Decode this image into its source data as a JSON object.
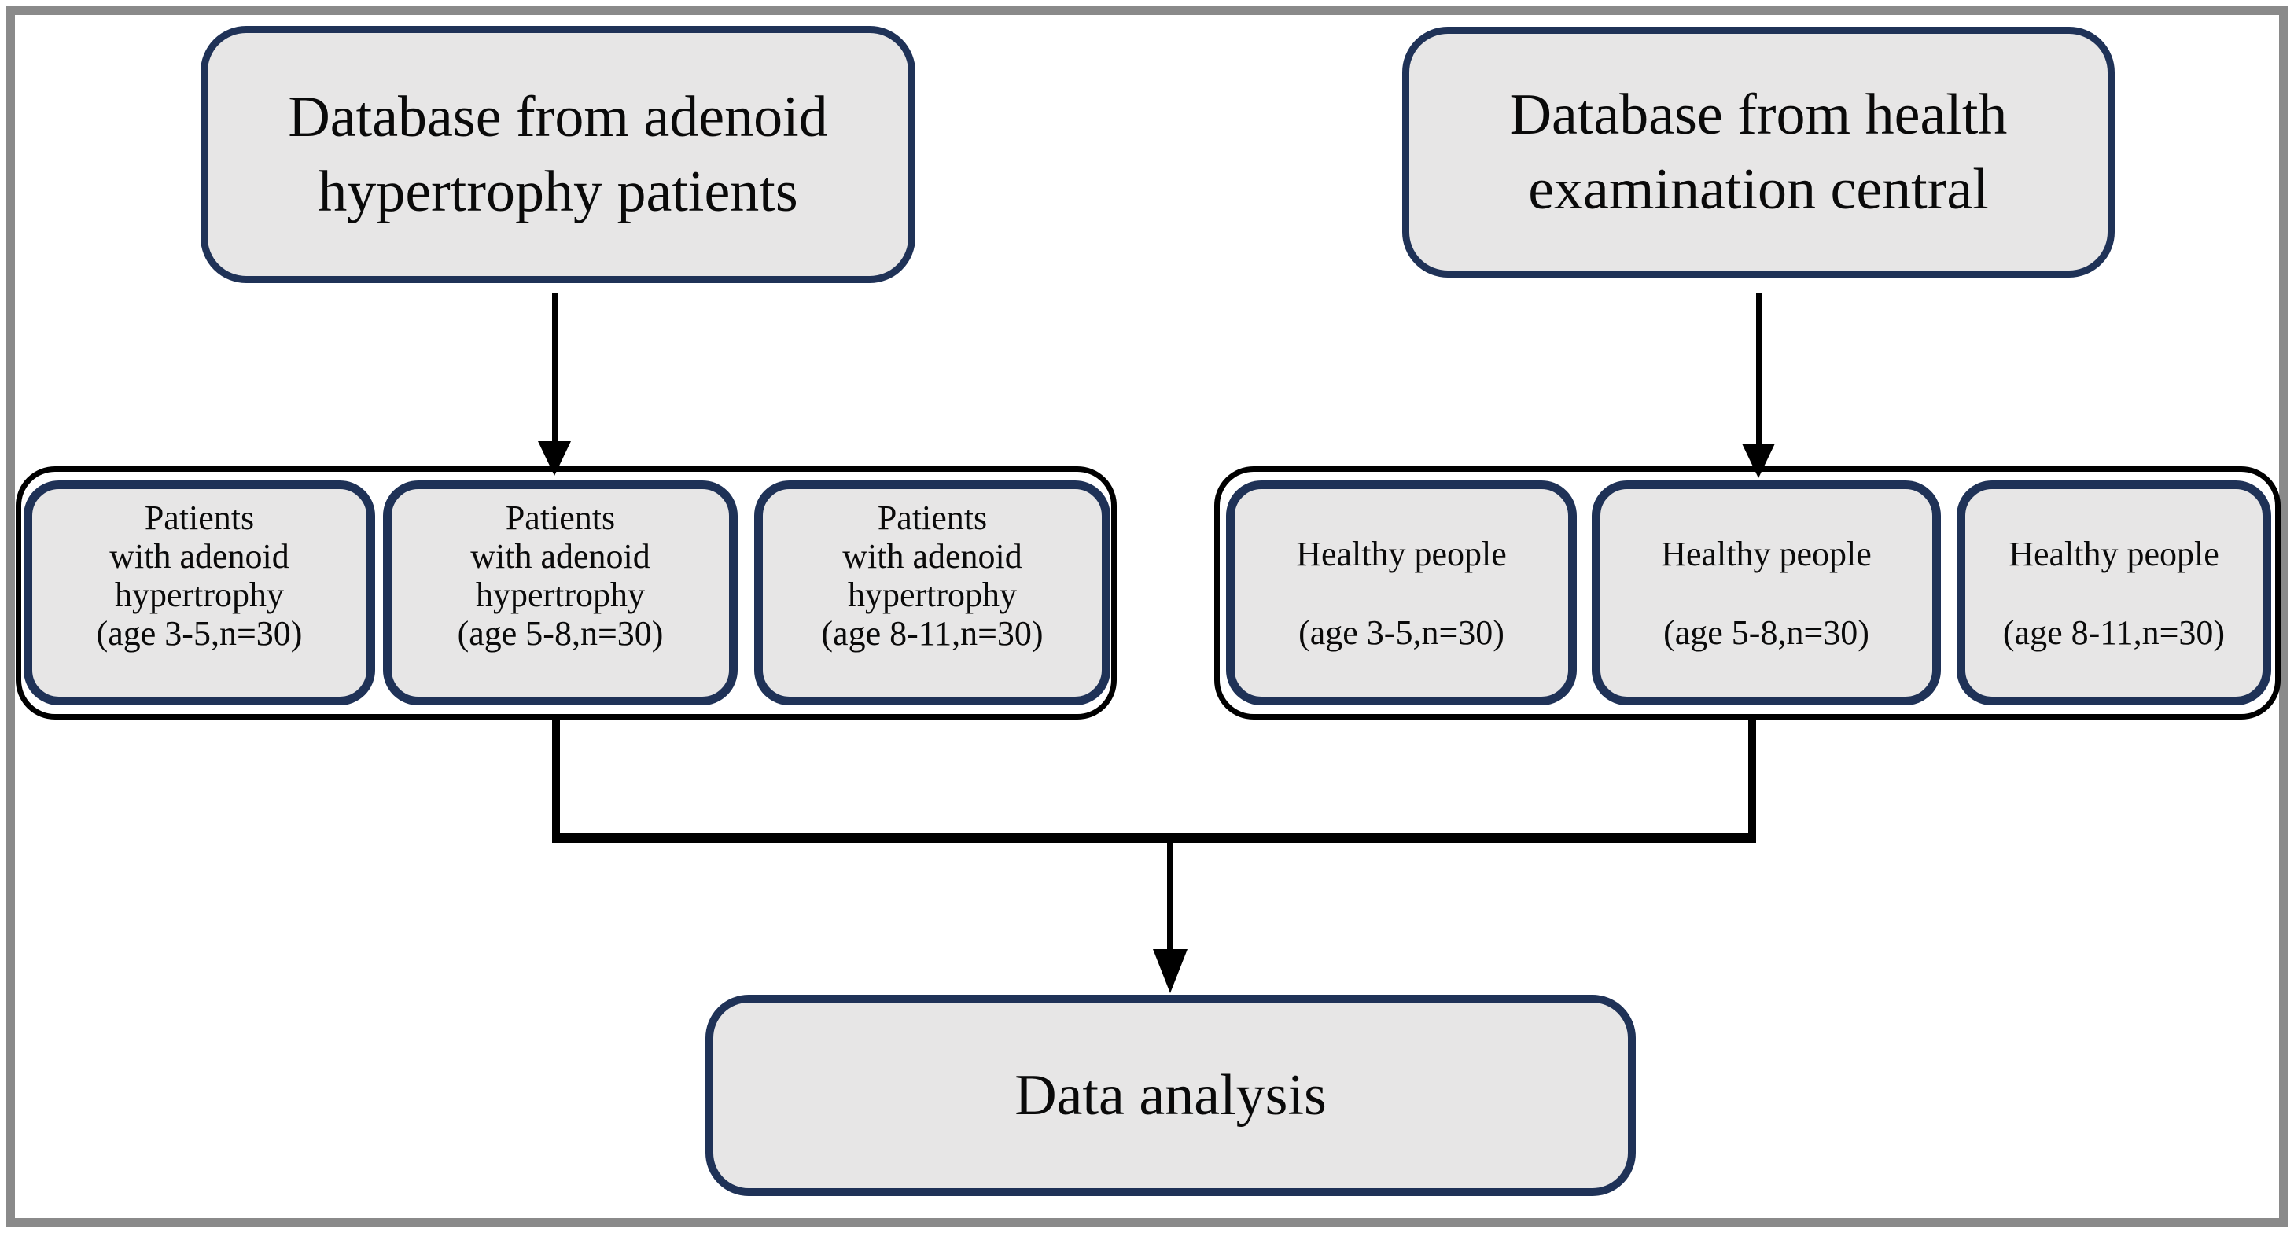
{
  "figure": {
    "background": "#ffffff",
    "frame_color": "#8a8a8a",
    "node_fill": "#e7e6e6",
    "node_border_color": "#1f3257",
    "connector_color": "#000000"
  },
  "sources": [
    {
      "lines": [
        "Database from adenoid",
        "hypertrophy patients"
      ]
    },
    {
      "lines": [
        "Database from health",
        "examination central"
      ]
    }
  ],
  "adenoid_group": {
    "boxes": [
      {
        "lines": [
          "Patients",
          "with adenoid",
          "hypertrophy",
          "(age 3-5,n=30)"
        ]
      },
      {
        "lines": [
          "Patients",
          "with adenoid",
          "hypertrophy",
          "(age 5-8,n=30)"
        ]
      },
      {
        "lines": [
          "Patients",
          "with adenoid",
          "hypertrophy",
          "(age 8-11,n=30)"
        ]
      }
    ]
  },
  "healthy_group": {
    "boxes": [
      {
        "title": "Healthy people",
        "detail": "(age 3-5,n=30)"
      },
      {
        "title": "Healthy people",
        "detail": "(age 5-8,n=30)"
      },
      {
        "title": "Healthy people",
        "detail": "(age 8-11,n=30)"
      }
    ]
  },
  "analysis": {
    "label": "Data analysis"
  }
}
